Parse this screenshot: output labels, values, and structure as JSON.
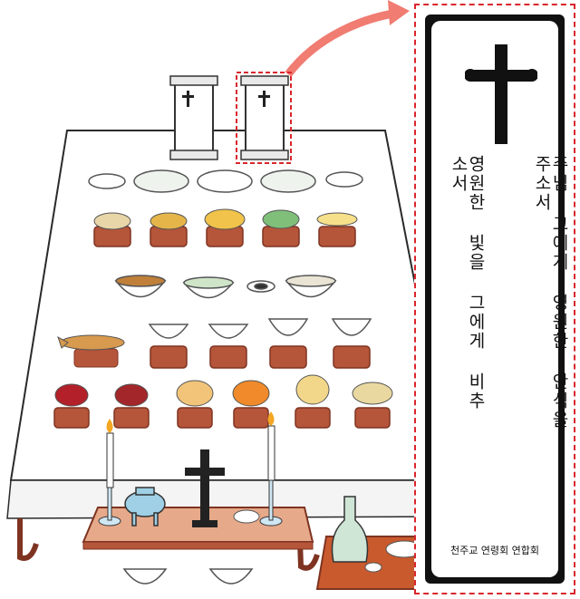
{
  "tablet": {
    "line_right": "주님 그에게 영원한 안식을 주소서",
    "line_left": "영원한 빛을 그에게 비추소서",
    "organization": "천주교 연령회 연합회"
  },
  "colors": {
    "table_cloth": "#ffffff",
    "outline": "#2a2a2a",
    "wood": "#b5553a",
    "wood_dark": "#7e3421",
    "arrow": "#f07c72",
    "highlight_dash": "#d9262c",
    "tablet_border": "#111111"
  },
  "icons": {
    "cross": "latin-cross-icon",
    "candle": "candle-icon",
    "incense": "incense-burner-icon",
    "bottle": "wine-bottle-icon"
  }
}
